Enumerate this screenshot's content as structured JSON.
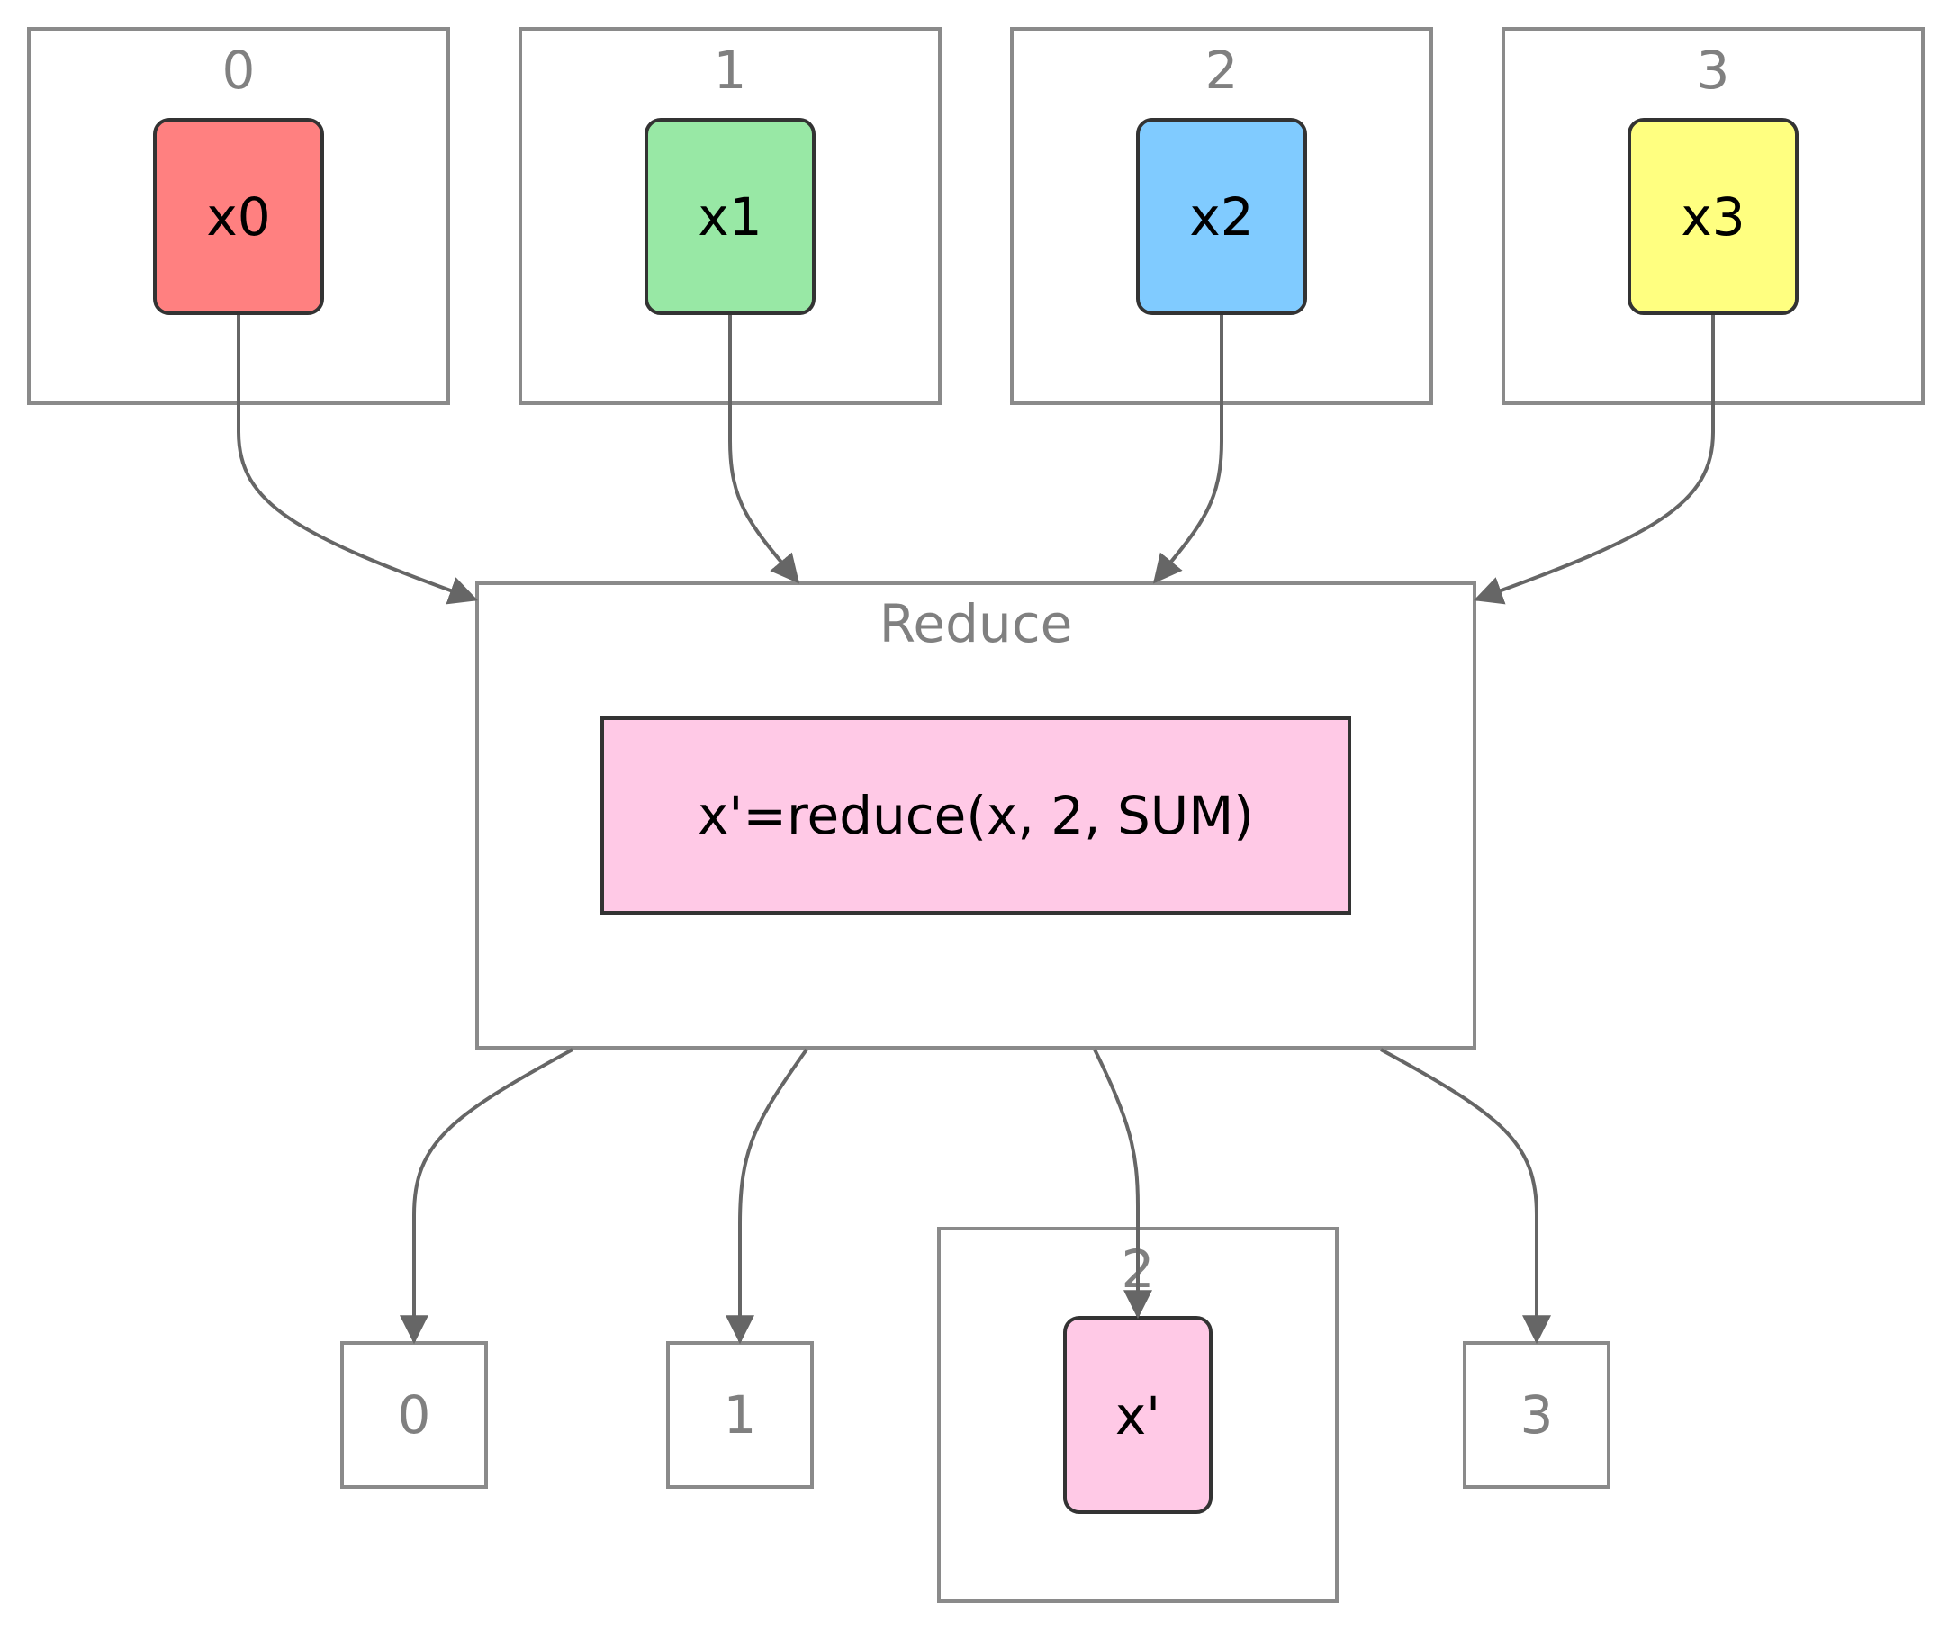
{
  "colors": {
    "node_x0": "#ff8080",
    "node_x1": "#98e8a5",
    "node_x2": "#80cbff",
    "node_x3": "#ffff80",
    "node_reduce": "#ffc9e6",
    "node_result": "#ffc9e6",
    "cluster_border": "#8a8a8a",
    "cluster_label": "#808080",
    "edge": "#666666"
  },
  "inputs": {
    "clusters": [
      {
        "label": "0",
        "node": "x0"
      },
      {
        "label": "1",
        "node": "x1"
      },
      {
        "label": "2",
        "node": "x2"
      },
      {
        "label": "3",
        "node": "x3"
      }
    ]
  },
  "reduce": {
    "label": "Reduce",
    "op": "x'=reduce(x, 2, SUM)"
  },
  "outputs": {
    "ranks": [
      {
        "label": "0"
      },
      {
        "label": "1"
      },
      {
        "label": "2",
        "node": "x'"
      },
      {
        "label": "3"
      }
    ]
  }
}
